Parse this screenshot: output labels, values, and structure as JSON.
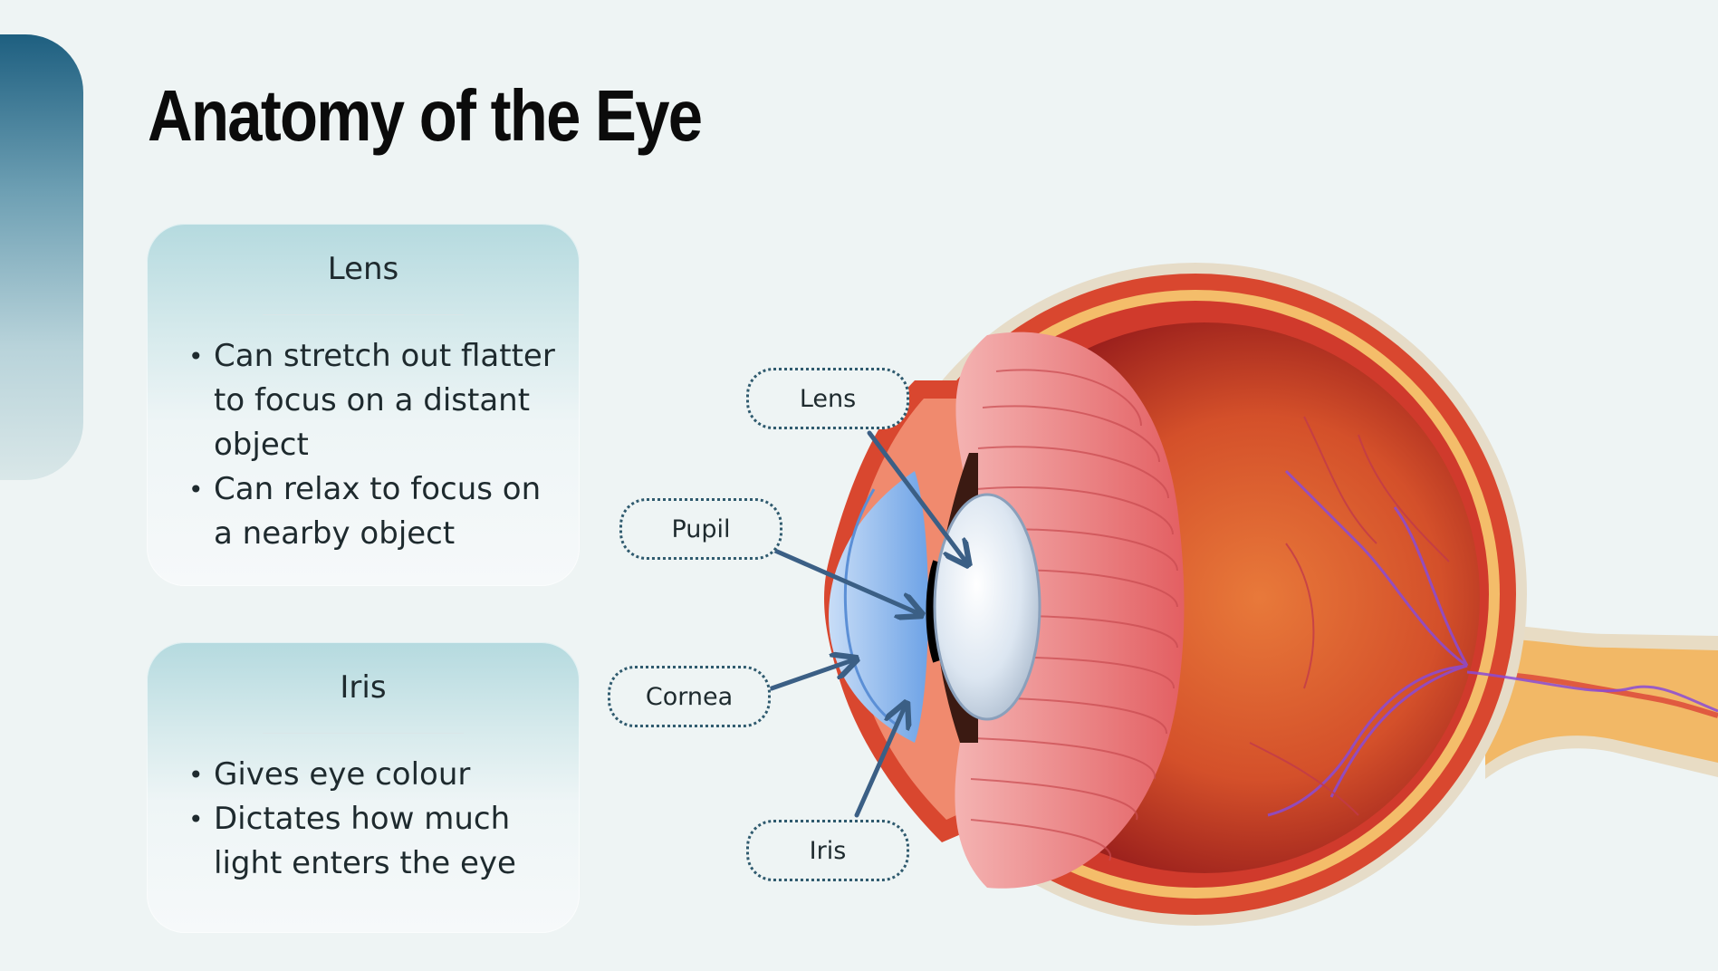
{
  "slide": {
    "title": "Anatomy of the Eye"
  },
  "cards": [
    {
      "title": "Lens",
      "points": [
        "Can stretch out flatter to focus on a distant object",
        "Can relax to focus on a nearby object"
      ]
    },
    {
      "title": "Iris",
      "points": [
        "Gives eye colour",
        "Dictates how much light enters the eye"
      ]
    }
  ],
  "diagram": {
    "labels": {
      "lens": "Lens",
      "pupil": "Pupil",
      "cornea": "Cornea",
      "iris": "Iris"
    }
  },
  "colors": {
    "accent": "#1e5f80",
    "arrow": "#3b5f85",
    "sclera": "#d9472f",
    "retina": "#e06a2a",
    "muscle": "#e77a7c",
    "cornea": "#8eb8ef",
    "nerve": "#f5b866"
  }
}
